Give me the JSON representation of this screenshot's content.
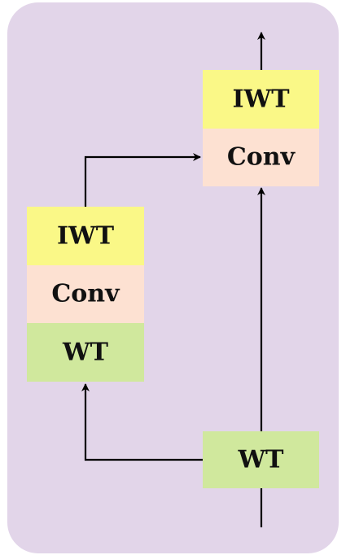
{
  "colors": {
    "panel": "#e2d5e9",
    "iwt": "#faf887",
    "conv": "#fde1d2",
    "wt": "#d0e89d",
    "line": "#000000"
  },
  "blocks": {
    "top_iwt": "IWT",
    "top_conv": "Conv",
    "mid_iwt": "IWT",
    "mid_conv": "Conv",
    "mid_wt": "WT",
    "bottom_wt": "WT"
  }
}
